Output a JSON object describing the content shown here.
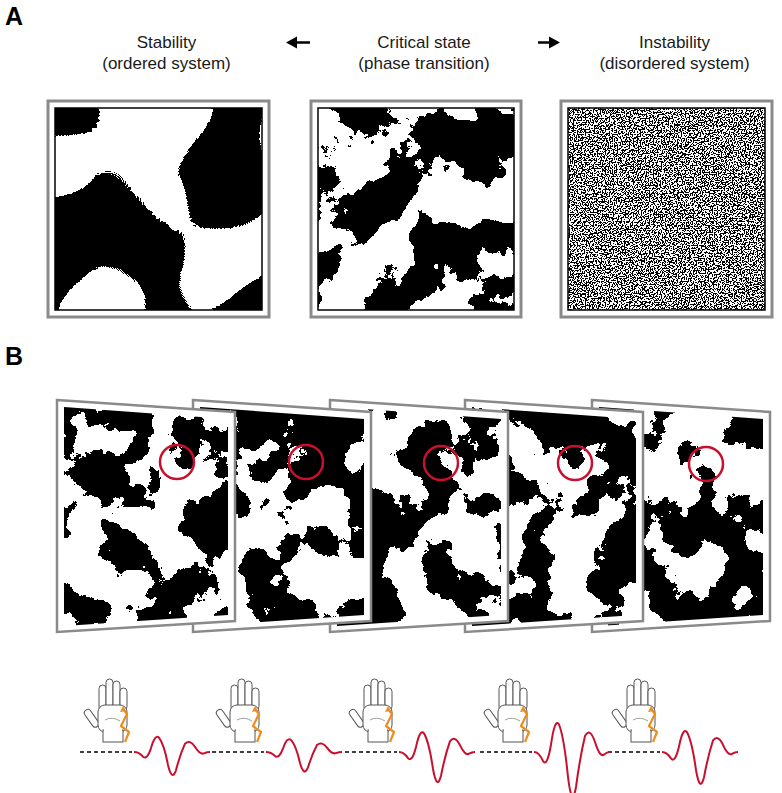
{
  "diagram": {
    "nodes": [
      {
        "text": [
          "Stability",
          "(ordered system)"
        ]
      },
      {
        "text": [
          "Critical state",
          "(phase transition)"
        ]
      },
      {
        "text": [
          "Instability",
          "(disordered system)"
        ]
      }
    ],
    "edges": [
      {
        "from": 1,
        "to": 0,
        "arrow": "to"
      },
      {
        "from": 1,
        "to": 2,
        "arrow": "to"
      }
    ],
    "labels": [
      "A",
      "B"
    ]
  }
}
